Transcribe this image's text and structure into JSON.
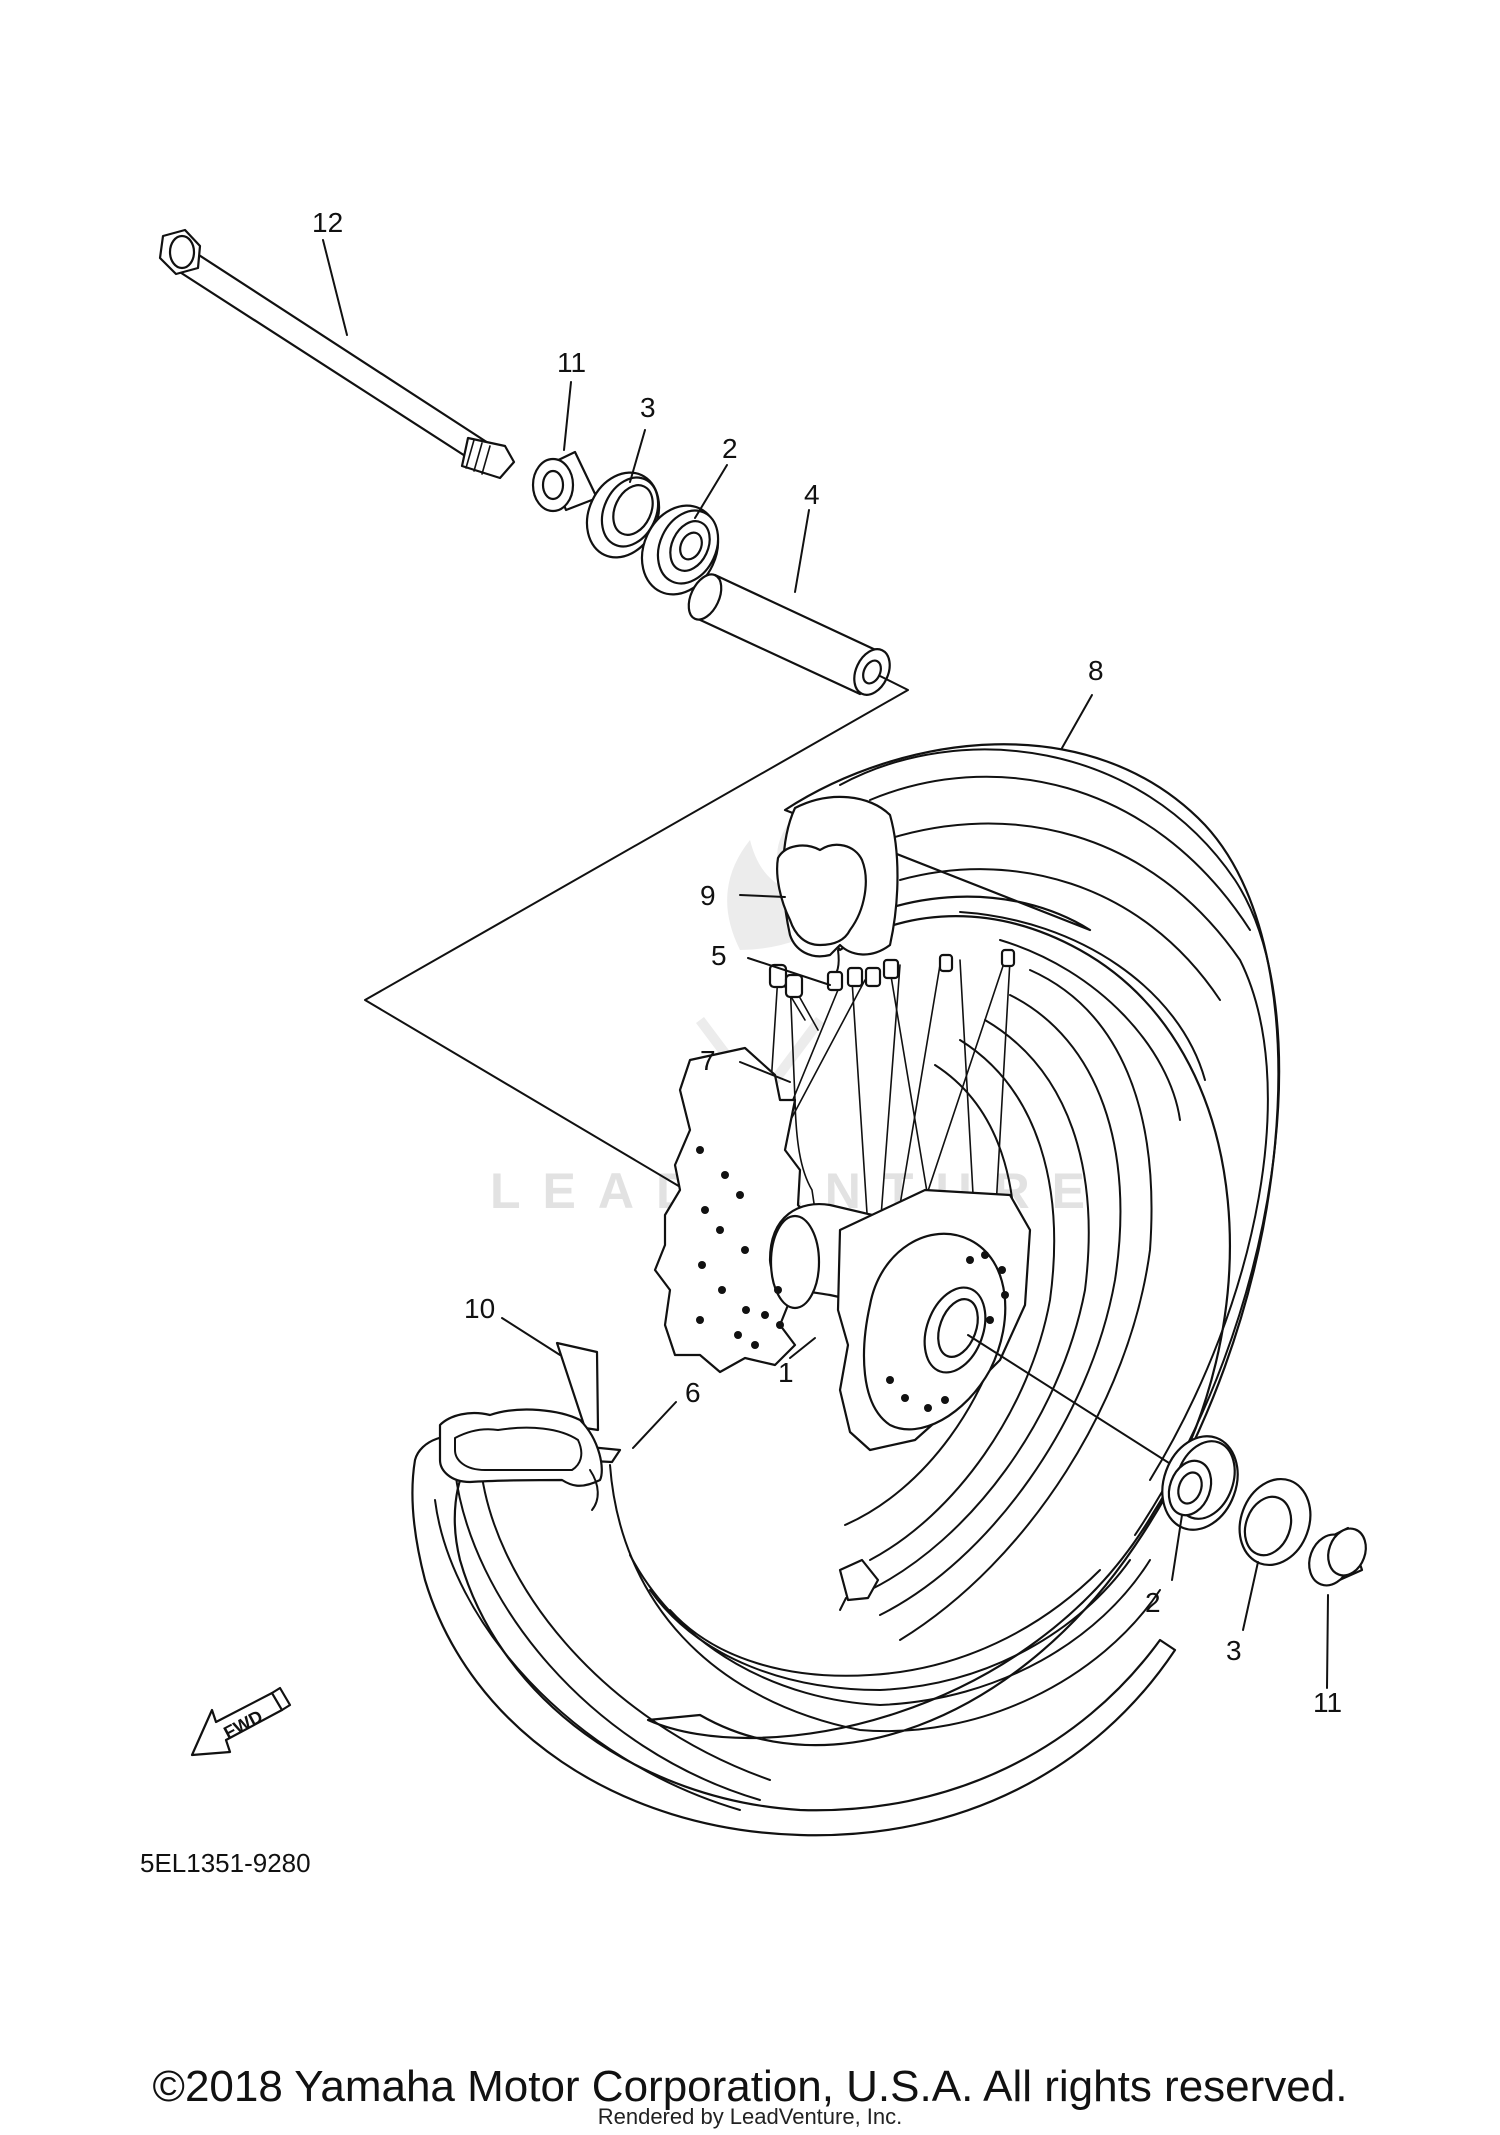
{
  "diagram": {
    "callouts": [
      {
        "id": "c12a",
        "text": "12"
      },
      {
        "id": "c11a",
        "text": "11"
      },
      {
        "id": "c3a",
        "text": "3"
      },
      {
        "id": "c2a",
        "text": "2"
      },
      {
        "id": "c4",
        "text": "4"
      },
      {
        "id": "c8",
        "text": "8"
      },
      {
        "id": "c9",
        "text": "9"
      },
      {
        "id": "c5",
        "text": "5"
      },
      {
        "id": "c7",
        "text": "7"
      },
      {
        "id": "c10",
        "text": "10"
      },
      {
        "id": "c1",
        "text": "1"
      },
      {
        "id": "c6",
        "text": "6"
      },
      {
        "id": "c2b",
        "text": "2"
      },
      {
        "id": "c3b",
        "text": "3"
      },
      {
        "id": "c11b",
        "text": "11"
      }
    ],
    "fwd_label": "FWD",
    "part_code": "5EL1351-9280",
    "watermark": "LEADVENTURE"
  },
  "footer": {
    "copyright": "©2018 Yamaha Motor Corporation, U.S.A. All rights reserved.",
    "rendered_by": "Rendered by LeadVenture, Inc."
  }
}
